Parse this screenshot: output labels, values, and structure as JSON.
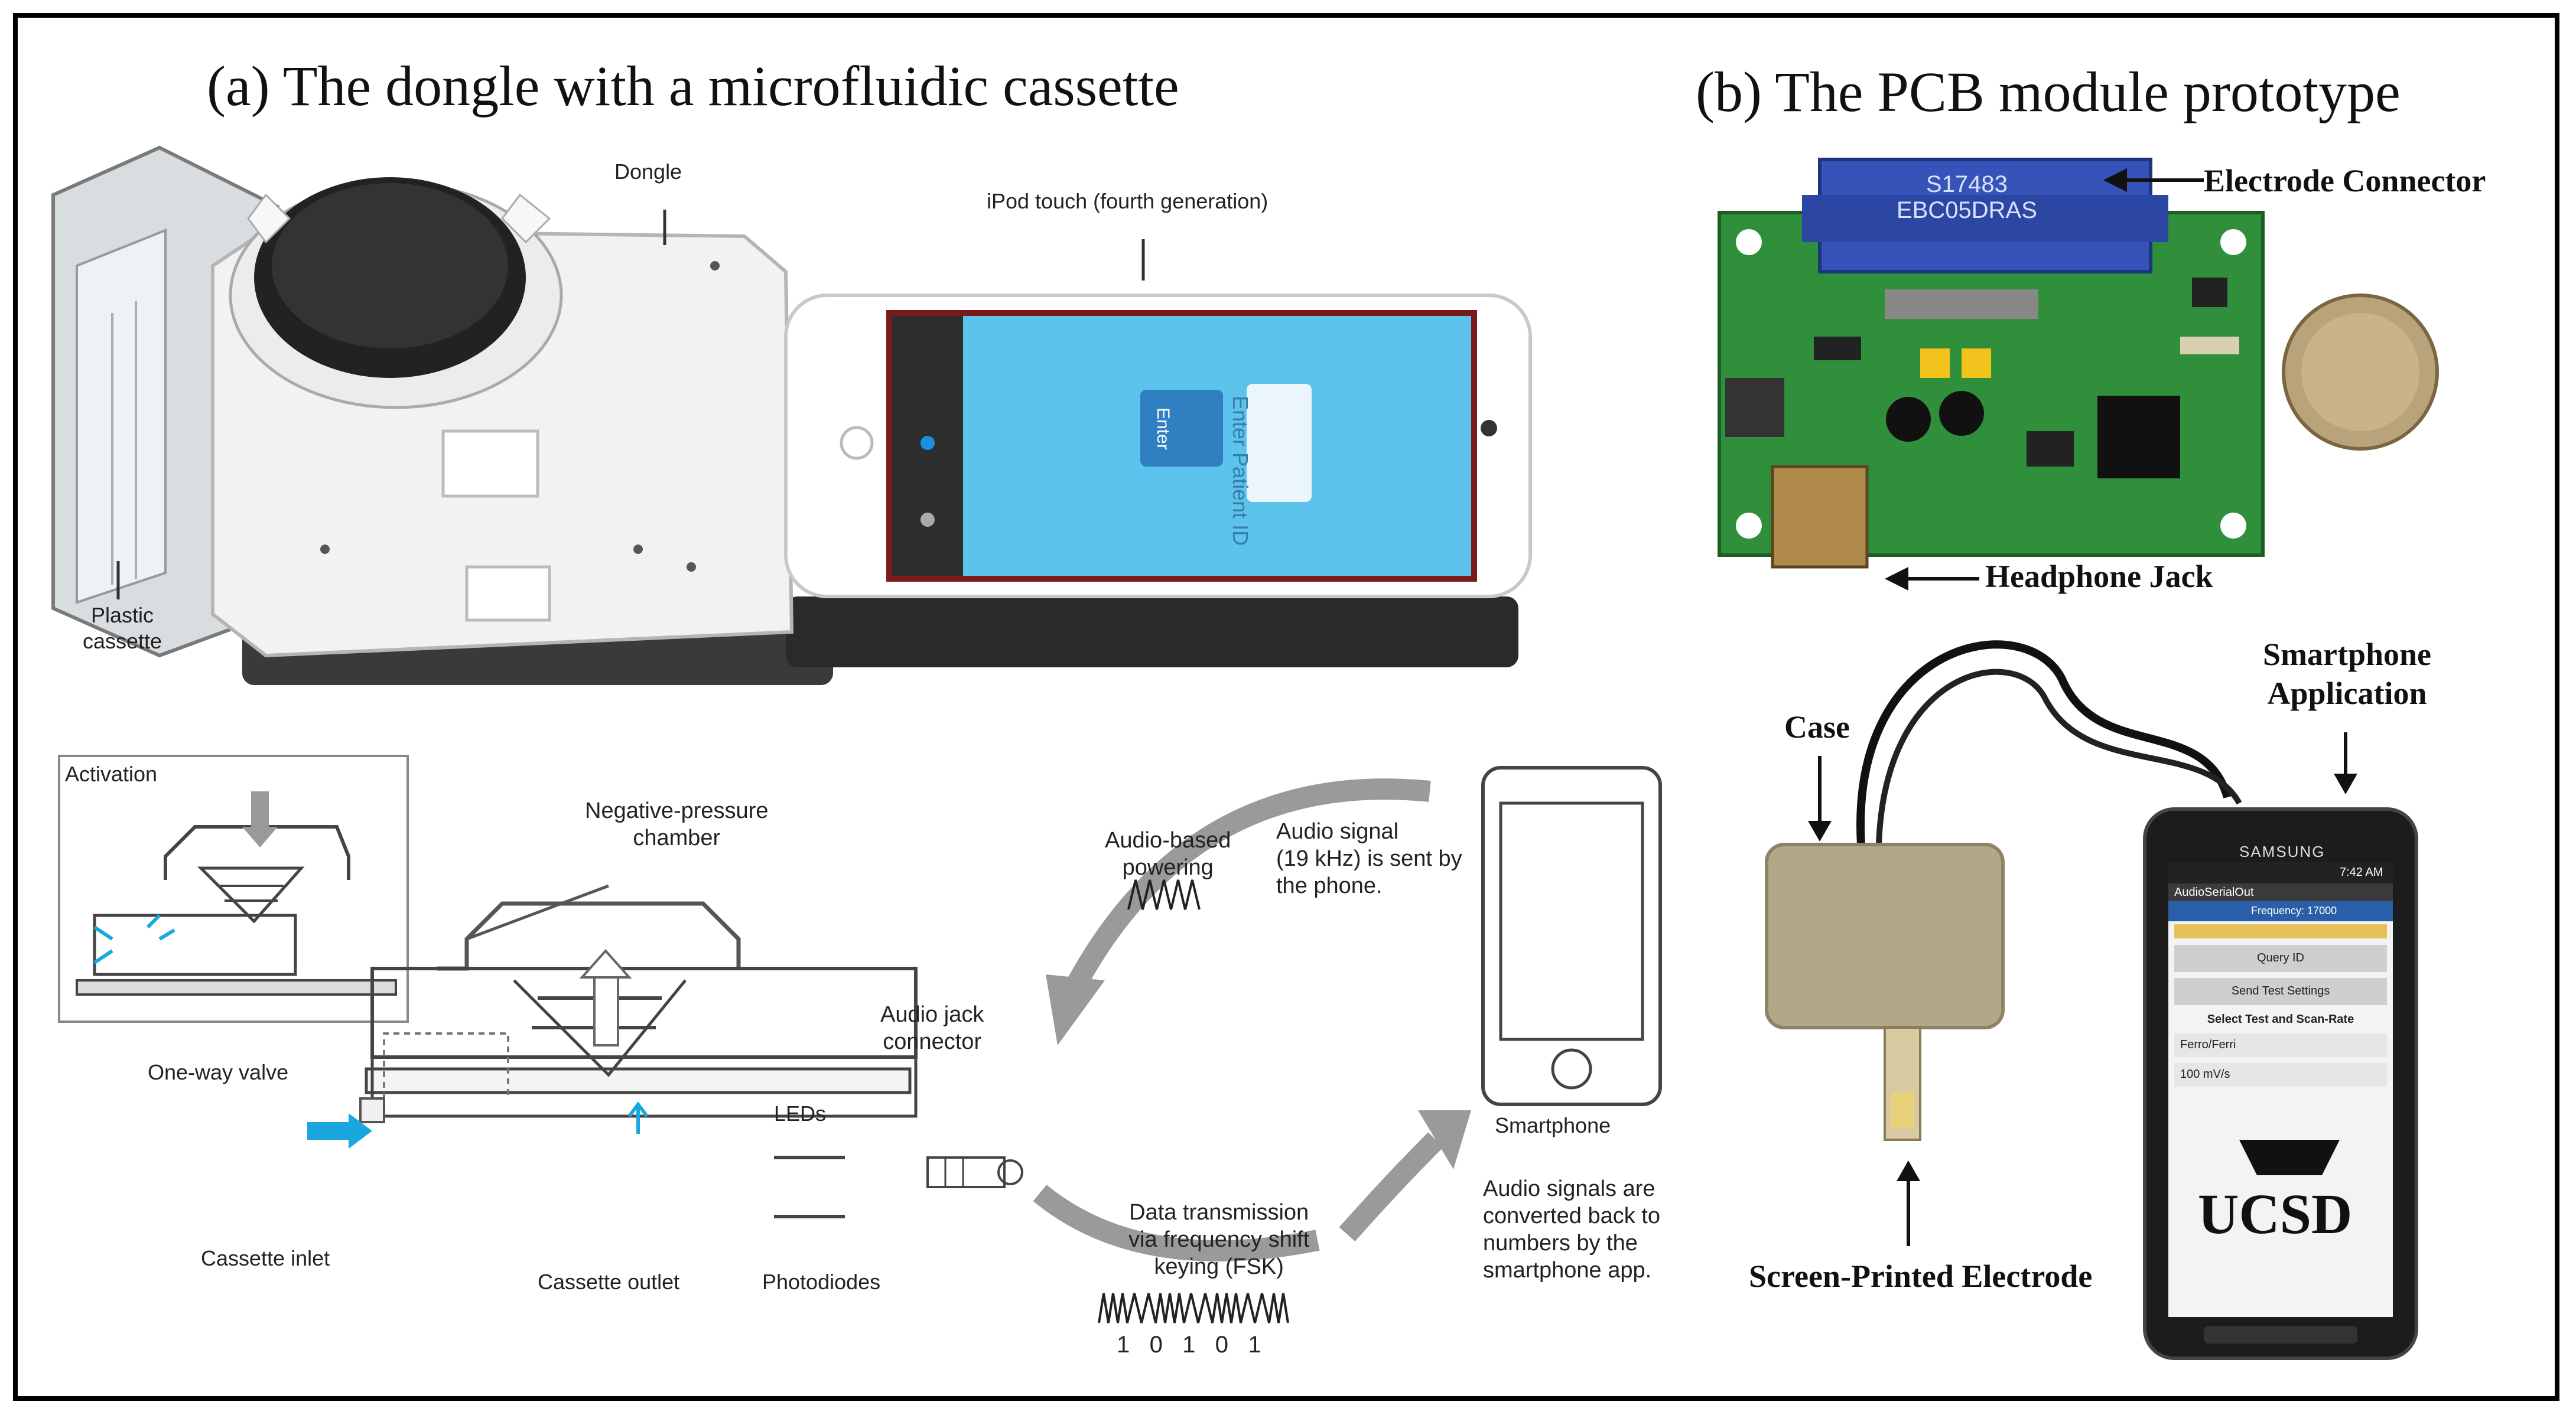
{
  "panel_a": {
    "title": "(a) The dongle with a microfluidic cassette",
    "photo_labels": {
      "dongle": "Dongle",
      "ipod": "iPod touch (fourth generation)",
      "cassette": "Plastic\ncassette"
    },
    "screen": {
      "prompt": "Enter Patient ID",
      "enter_button": "Enter"
    },
    "diagram": {
      "activation": "Activation",
      "chamber": "Negative-pressure\nchamber",
      "valve": "One-way valve",
      "inlet": "Cassette inlet",
      "outlet": "Cassette outlet",
      "leds": "LEDs",
      "photodiodes": "Photodiodes",
      "jack": "Audio jack\nconnector",
      "powering": "Audio-based\npowering",
      "audio_signal": "Audio signal\n(19 kHz) is sent by\nthe phone.",
      "data_tx": "Data transmission\nvia frequency shift\nkeying (FSK)",
      "bits": "1   0   1   0   1",
      "smartphone": "Smartphone",
      "converted": "Audio signals are\nconverted back to\nnumbers by the\nsmartphone app."
    }
  },
  "panel_b": {
    "title": "(b) The PCB module prototype",
    "labels": {
      "electrode_connector": "Electrode Connector",
      "headphone_jack": "Headphone Jack",
      "case": "Case",
      "smartphone_app": "Smartphone\nApplication",
      "screen_printed": "Screen-Printed Electrode"
    },
    "connector_text": "S17483\nEBC05DRAS",
    "phone_brand": "SAMSUNG",
    "phone_time": "7:42 AM",
    "app": {
      "name": "AudioSerialOut",
      "frequency": "Frequency: 17000",
      "query_btn": "Query ID",
      "send_btn": "Send Test Settings",
      "select_label": "Select Test and Scan-Rate",
      "option1": "Ferro/Ferri",
      "option2": "100 mV/s",
      "logo": "UCSD"
    }
  },
  "colors": {
    "pcb_green": "#2f8f3a",
    "connector_blue": "#3553b8",
    "ipod_screen": "#5cc3ec",
    "accent_blue": "#1aa7e0",
    "arrow_gray": "#9a9a9a"
  }
}
